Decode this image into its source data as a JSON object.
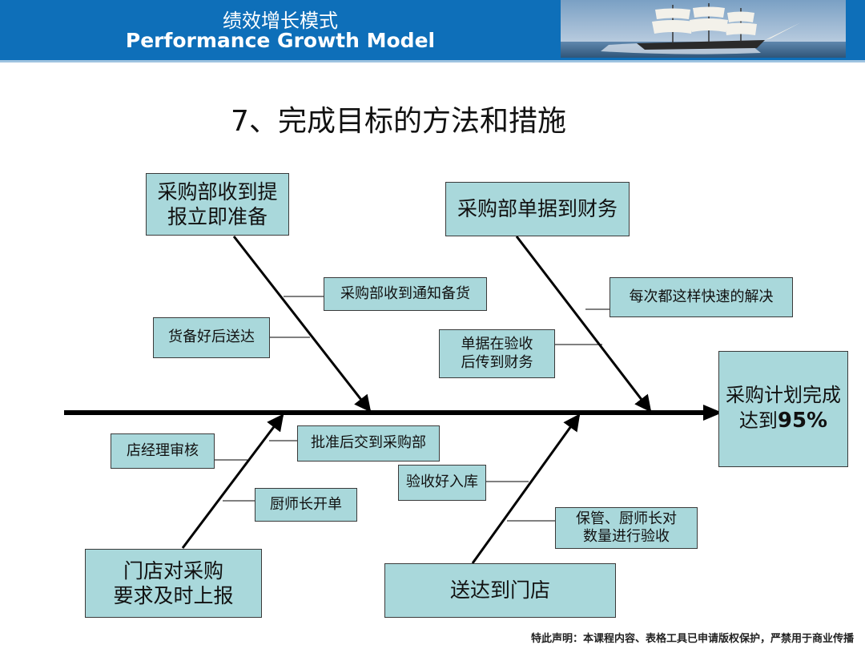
{
  "header": {
    "title_cn": "绩效增长模式",
    "title_en": "Performance Growth Model",
    "image_icon": "sailing-ship-image",
    "color": "#0e6fb9"
  },
  "page_title": "7、完成目标的方法和措施",
  "diagram": {
    "result": {
      "line1": "采购计划完成",
      "line2_prefix": "达到",
      "line2_value": "95%"
    },
    "top_bones": [
      {
        "head": [
          "采购部收到提",
          "报立即准备"
        ],
        "branches": [
          "采购部收到通知备货",
          "货备好后送达"
        ]
      },
      {
        "head": [
          "采购部单据到财务"
        ],
        "branches": [
          "每次都这样快速的解决",
          [
            "单据在验收",
            "后传到财务"
          ]
        ]
      }
    ],
    "bottom_bones": [
      {
        "head": [
          "门店对采购",
          "要求及时上报"
        ],
        "branches": [
          "店经理审核",
          "批准后交到采购部",
          "厨师长开单"
        ]
      },
      {
        "head": [
          "送达到门店"
        ],
        "branches": [
          "验收好入库",
          [
            "保管、厨师长对",
            "数量进行验收"
          ]
        ]
      }
    ],
    "box_color": "#a9d8db"
  },
  "footer": "特此声明：本课程内容、表格工具已申请版权保护，严禁用于商业传播"
}
